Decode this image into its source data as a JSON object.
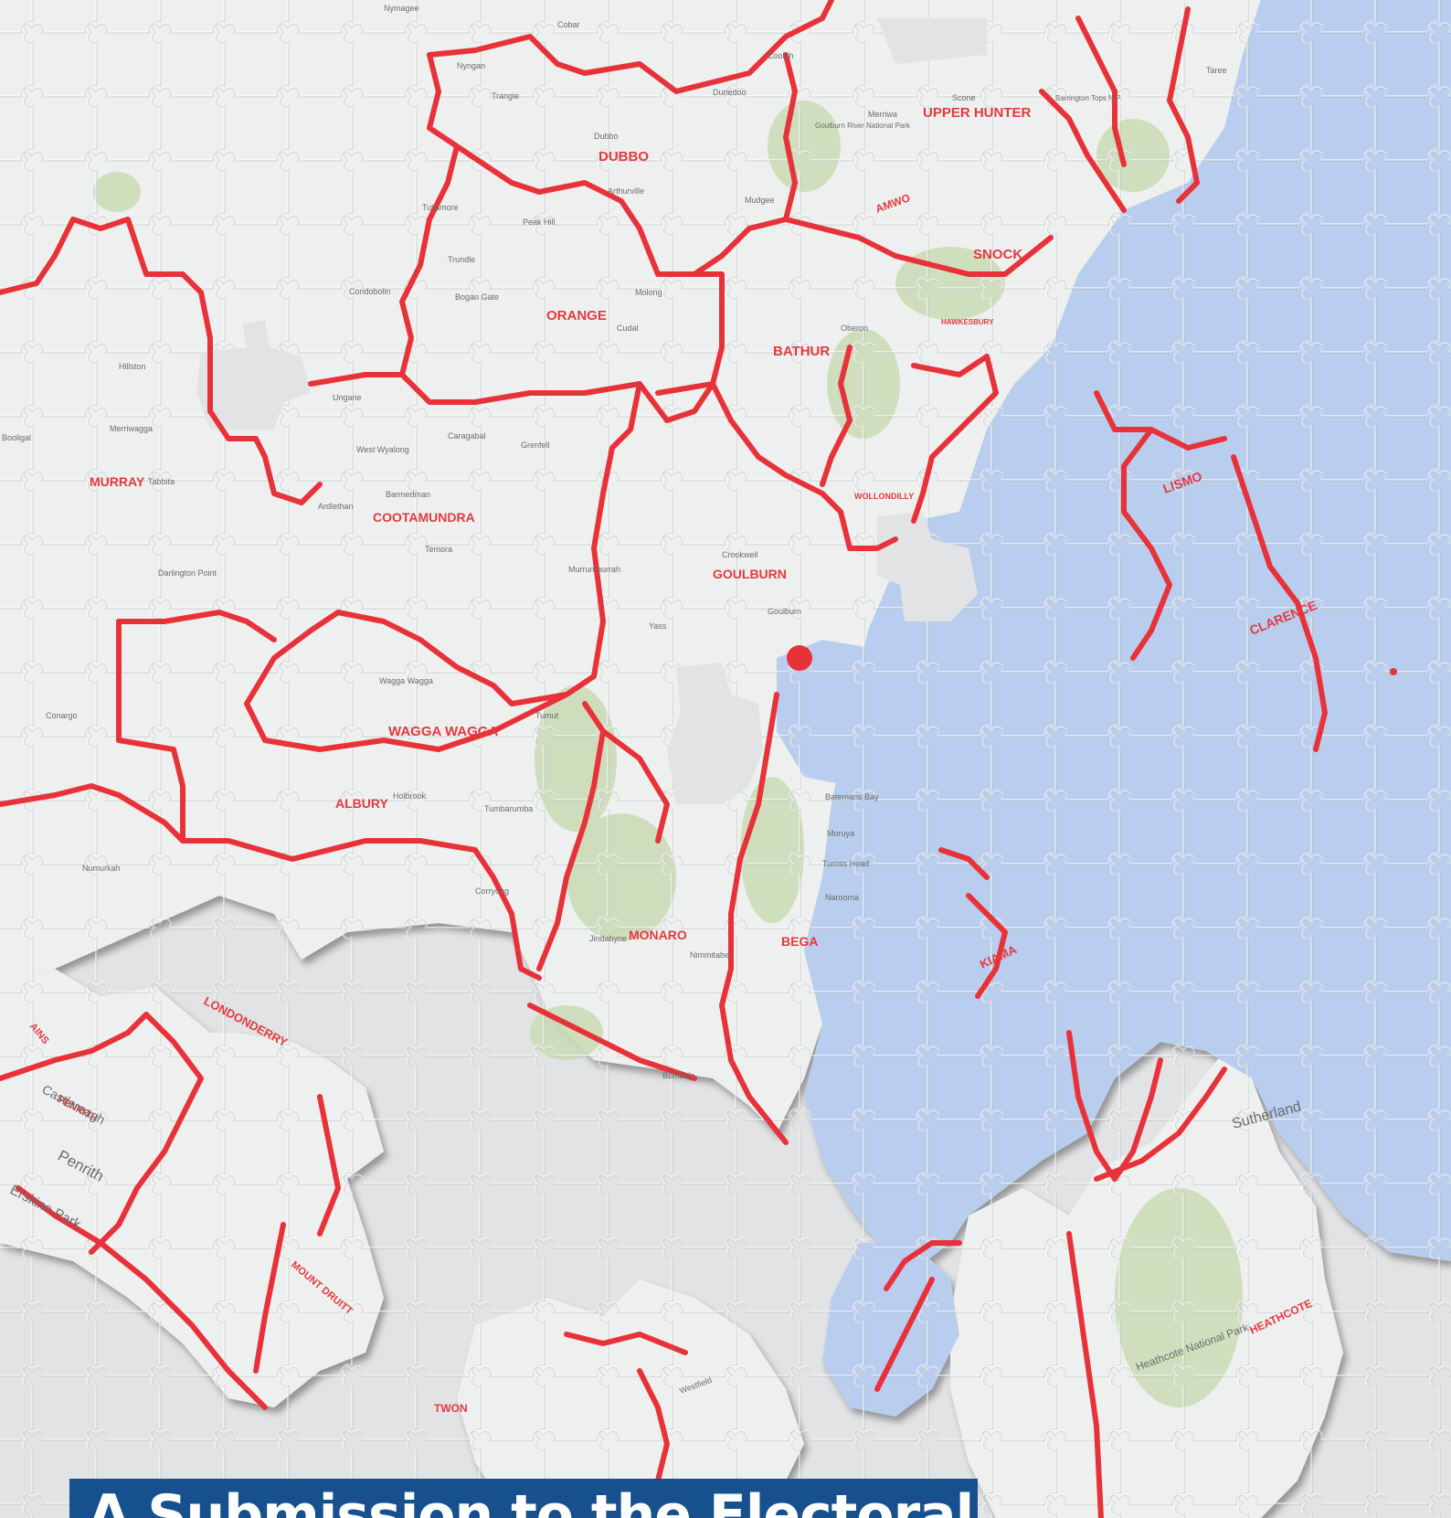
{
  "title": "A Submission to the Electoral",
  "colors": {
    "boundary": "#e8323a",
    "water": "#b9cdee",
    "land": "#eef0ef",
    "park": "#c9dcb4",
    "background": "#e2e3e5",
    "title_band": "#16508d"
  },
  "electorates": [
    {
      "name": "UPPER HUNTER"
    },
    {
      "name": "DUBBO"
    },
    {
      "name": "ORANGE"
    },
    {
      "name": "BATHUR"
    },
    {
      "name": "SNOCK"
    },
    {
      "name": "MURRAY"
    },
    {
      "name": "COOTAMUNDRA"
    },
    {
      "name": "GOULBURN"
    },
    {
      "name": "WOLLONDILLY"
    },
    {
      "name": "WAGGA WAGGA"
    },
    {
      "name": "ALBURY"
    },
    {
      "name": "MONARO"
    },
    {
      "name": "BEGA"
    },
    {
      "name": "KIAMA"
    },
    {
      "name": "LISMO"
    },
    {
      "name": "CLARENCE"
    },
    {
      "name": "LONDONDERRY"
    },
    {
      "name": "PENRITH"
    },
    {
      "name": "MOUNT DRUITT"
    },
    {
      "name": "HEATHCOTE"
    },
    {
      "name": "HAWKESBURY"
    },
    {
      "name": "AMWO"
    },
    {
      "name": "AINS"
    },
    {
      "name": "TWON"
    }
  ],
  "places": [
    {
      "name": "Dunedoo"
    },
    {
      "name": "Trangie"
    },
    {
      "name": "Nyngan"
    },
    {
      "name": "Nymagee"
    },
    {
      "name": "Cobar"
    },
    {
      "name": "Coolah"
    },
    {
      "name": "Scone"
    },
    {
      "name": "Merriwa"
    },
    {
      "name": "Dubbo"
    },
    {
      "name": "Arthurville"
    },
    {
      "name": "Mudgee"
    },
    {
      "name": "Tullamore"
    },
    {
      "name": "Peak Hill"
    },
    {
      "name": "Trundle"
    },
    {
      "name": "Bogan Gate"
    },
    {
      "name": "Condobolin"
    },
    {
      "name": "Molong"
    },
    {
      "name": "Cudal"
    },
    {
      "name": "Oberon"
    },
    {
      "name": "Hillston"
    },
    {
      "name": "Merriwagga"
    },
    {
      "name": "Ungarie"
    },
    {
      "name": "Caragabal"
    },
    {
      "name": "Grenfell"
    },
    {
      "name": "West Wyalong"
    },
    {
      "name": "Barmedman"
    },
    {
      "name": "Ardlethan"
    },
    {
      "name": "Temora"
    },
    {
      "name": "Booligal"
    },
    {
      "name": "Tabbita"
    },
    {
      "name": "Darlington Point"
    },
    {
      "name": "Crookwell"
    },
    {
      "name": "Murrumburrah"
    },
    {
      "name": "Yass"
    },
    {
      "name": "Goulburn"
    },
    {
      "name": "Wagga Wagga"
    },
    {
      "name": "Tumut"
    },
    {
      "name": "Conargo"
    },
    {
      "name": "Holbrook"
    },
    {
      "name": "Tumbarumba"
    },
    {
      "name": "Numurkah"
    },
    {
      "name": "Corryong"
    },
    {
      "name": "Jindabyne"
    },
    {
      "name": "Nimmitabel"
    },
    {
      "name": "Bombala"
    },
    {
      "name": "Batemans Bay"
    },
    {
      "name": "Moruya"
    },
    {
      "name": "Tuross Head"
    },
    {
      "name": "Narooma"
    },
    {
      "name": "Castlereagh"
    },
    {
      "name": "Penrith"
    },
    {
      "name": "Erskine Park"
    },
    {
      "name": "Sutherland"
    },
    {
      "name": "Heathcote National Park"
    },
    {
      "name": "Westfield"
    },
    {
      "name": "Taree"
    },
    {
      "name": "Barrington Tops N.P."
    },
    {
      "name": "Goulburn River National Park"
    }
  ]
}
